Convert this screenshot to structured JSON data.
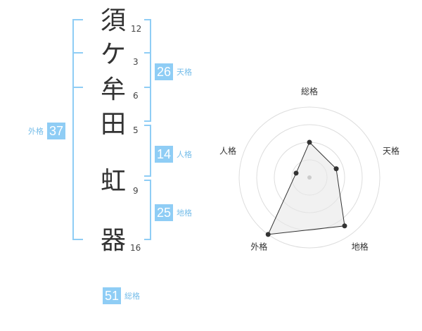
{
  "name": {
    "chars": [
      {
        "char": "須",
        "strokes": "12"
      },
      {
        "char": "ケ",
        "strokes": "3"
      },
      {
        "char": "牟",
        "strokes": "6"
      },
      {
        "char": "田",
        "strokes": "5"
      },
      {
        "char": "虹",
        "strokes": "9"
      },
      {
        "char": "器",
        "strokes": "16"
      }
    ]
  },
  "fortunes": {
    "tenkaku": {
      "value": "26",
      "label": "天格"
    },
    "jinkaku": {
      "value": "14",
      "label": "人格"
    },
    "chikaku": {
      "value": "25",
      "label": "地格"
    },
    "gaikaku": {
      "value": "37",
      "label": "外格"
    },
    "soukaku": {
      "value": "51",
      "label": "総格"
    }
  },
  "colors": {
    "accent": "#8fcdf5",
    "bracket": "#8fcdf5",
    "radar_fill": "#e8e8e8"
  },
  "chart_data": {
    "type": "radar",
    "axes": [
      "総格",
      "天格",
      "地格",
      "外格",
      "人格"
    ],
    "values": [
      0.5,
      0.4,
      0.85,
      1.0,
      0.2
    ],
    "range": [
      0,
      1
    ],
    "rings": 4
  }
}
